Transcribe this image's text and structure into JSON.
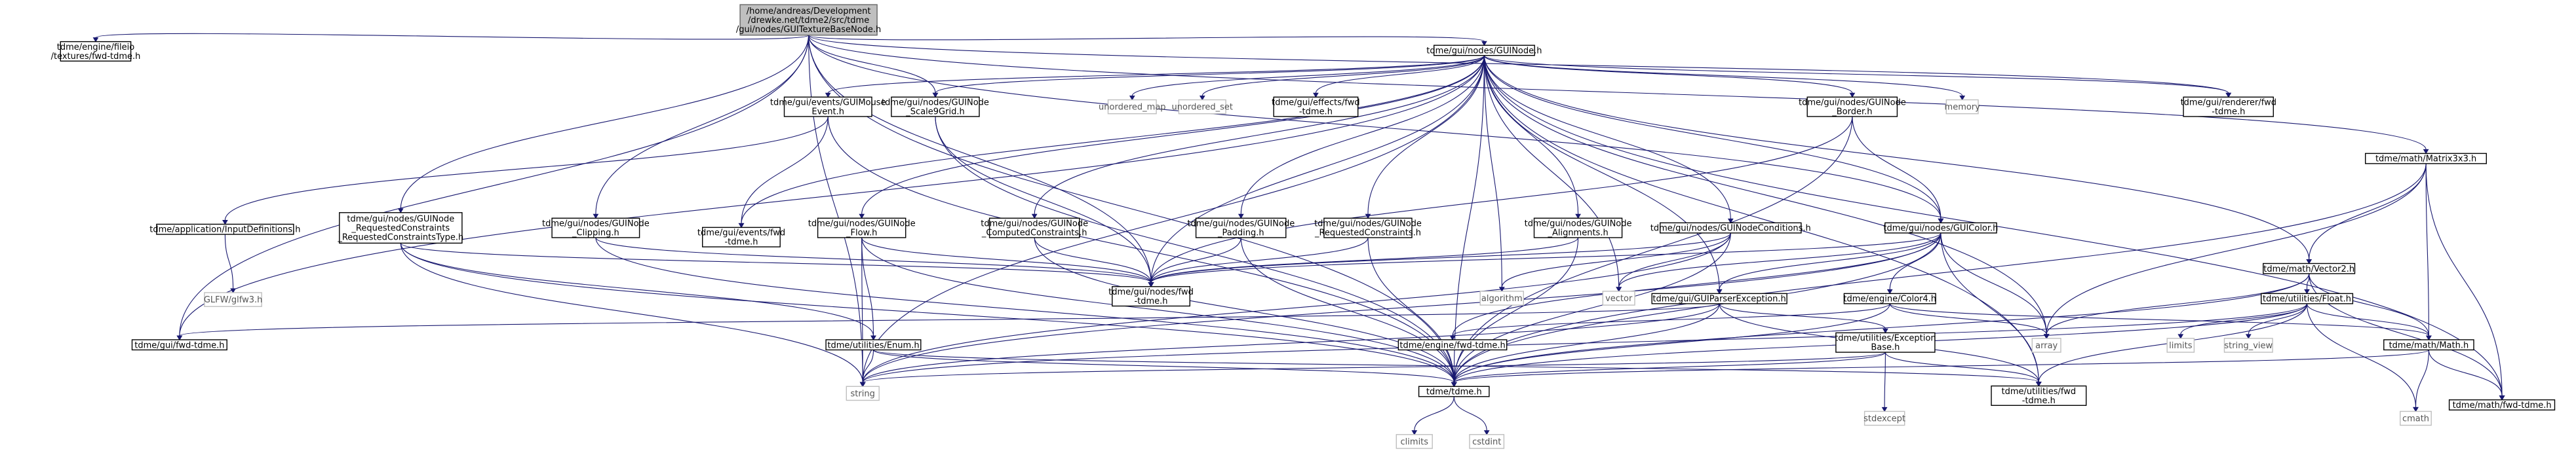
{
  "graph": {
    "nodes": [
      {
        "id": "root",
        "kind": "root",
        "lines": [
          "/home/andreas/Development",
          "/drewke.net/tdme2/src/tdme",
          "/gui/nodes/GUITextureBaseNode.h"
        ]
      },
      {
        "id": "fileio",
        "kind": "file",
        "lines": [
          "tdme/engine/fileio",
          "/textures/fwd-tdme.h"
        ]
      },
      {
        "id": "guinode",
        "kind": "file",
        "lines": [
          "tdme/gui/nodes/GUINode.h"
        ]
      },
      {
        "id": "matrix3x3",
        "kind": "file",
        "lines": [
          "tdme/math/Matrix3x3.h"
        ]
      },
      {
        "id": "mouseevent",
        "kind": "file",
        "lines": [
          "tdme/gui/events/GUIMouse",
          "Event.h"
        ]
      },
      {
        "id": "scale9",
        "kind": "file",
        "lines": [
          "tdme/gui/nodes/GUINode",
          "_Scale9Grid.h"
        ]
      },
      {
        "id": "unordered_map",
        "kind": "sys",
        "lines": [
          "unordered_map"
        ]
      },
      {
        "id": "unordered_set",
        "kind": "sys",
        "lines": [
          "unordered_set"
        ]
      },
      {
        "id": "effectsfwd",
        "kind": "file",
        "lines": [
          "tdme/gui/effects/fwd",
          "-tdme.h"
        ]
      },
      {
        "id": "border",
        "kind": "file",
        "lines": [
          "tdme/gui/nodes/GUINode",
          "_Border.h"
        ]
      },
      {
        "id": "memory",
        "kind": "sys",
        "lines": [
          "memory"
        ]
      },
      {
        "id": "rendererfwd",
        "kind": "file",
        "lines": [
          "tdme/gui/renderer/fwd",
          "-tdme.h"
        ]
      },
      {
        "id": "inputdefs",
        "kind": "file",
        "lines": [
          "tdme/application/InputDefinitions.h"
        ]
      },
      {
        "id": "reqcons_type",
        "kind": "file",
        "lines": [
          "tdme/gui/nodes/GUINode",
          "_RequestedConstraints",
          "_RequestedConstraintsType.h"
        ]
      },
      {
        "id": "clipping",
        "kind": "file",
        "lines": [
          "tdme/gui/nodes/GUINode",
          "_Clipping.h"
        ]
      },
      {
        "id": "eventsfwd",
        "kind": "file",
        "lines": [
          "tdme/gui/events/fwd",
          "-tdme.h"
        ]
      },
      {
        "id": "flow",
        "kind": "file",
        "lines": [
          "tdme/gui/nodes/GUINode",
          "_Flow.h"
        ]
      },
      {
        "id": "computed",
        "kind": "file",
        "lines": [
          "tdme/gui/nodes/GUINode",
          "_ComputedConstraints.h"
        ]
      },
      {
        "id": "padding",
        "kind": "file",
        "lines": [
          "tdme/gui/nodes/GUINode",
          "_Padding.h"
        ]
      },
      {
        "id": "reqcons",
        "kind": "file",
        "lines": [
          "tdme/gui/nodes/GUINode",
          "_RequestedConstraints.h"
        ]
      },
      {
        "id": "alignments",
        "kind": "file",
        "lines": [
          "tdme/gui/nodes/GUINode",
          "_Alignments.h"
        ]
      },
      {
        "id": "conditions",
        "kind": "file",
        "lines": [
          "tdme/gui/nodes/GUINodeConditions.h"
        ]
      },
      {
        "id": "guicolor",
        "kind": "file",
        "lines": [
          "tdme/gui/nodes/GUIColor.h"
        ]
      },
      {
        "id": "vector2",
        "kind": "file",
        "lines": [
          "tdme/math/Vector2.h"
        ]
      },
      {
        "id": "glfw",
        "kind": "sys",
        "lines": [
          "GLFW/glfw3.h"
        ]
      },
      {
        "id": "nodesfwd",
        "kind": "file",
        "lines": [
          "tdme/gui/nodes/fwd",
          "-tdme.h"
        ]
      },
      {
        "id": "algorithm",
        "kind": "sys",
        "lines": [
          "algorithm"
        ]
      },
      {
        "id": "vector",
        "kind": "sys",
        "lines": [
          "vector"
        ]
      },
      {
        "id": "parserexc",
        "kind": "file",
        "lines": [
          "tdme/gui/GUIParserException.h"
        ]
      },
      {
        "id": "color4",
        "kind": "file",
        "lines": [
          "tdme/engine/Color4.h"
        ]
      },
      {
        "id": "float",
        "kind": "file",
        "lines": [
          "tdme/utilities/Float.h"
        ]
      },
      {
        "id": "guifwd",
        "kind": "file",
        "lines": [
          "tdme/gui/fwd-tdme.h"
        ]
      },
      {
        "id": "enum",
        "kind": "file",
        "lines": [
          "tdme/utilities/Enum.h"
        ]
      },
      {
        "id": "enginefwd",
        "kind": "file",
        "lines": [
          "tdme/engine/fwd-tdme.h"
        ]
      },
      {
        "id": "exceptionbase",
        "kind": "file",
        "lines": [
          "tdme/utilities/Exception",
          "Base.h"
        ]
      },
      {
        "id": "array",
        "kind": "sys",
        "lines": [
          "array"
        ]
      },
      {
        "id": "limits",
        "kind": "sys",
        "lines": [
          "limits"
        ]
      },
      {
        "id": "string_view",
        "kind": "sys",
        "lines": [
          "string_view"
        ]
      },
      {
        "id": "mathh",
        "kind": "file",
        "lines": [
          "tdme/math/Math.h"
        ]
      },
      {
        "id": "string",
        "kind": "sys",
        "lines": [
          "string"
        ]
      },
      {
        "id": "tdmeh",
        "kind": "file",
        "lines": [
          "tdme/tdme.h"
        ]
      },
      {
        "id": "stdexcept",
        "kind": "sys",
        "lines": [
          "stdexcept"
        ]
      },
      {
        "id": "utilfwd",
        "kind": "file",
        "lines": [
          "tdme/utilities/fwd",
          "-tdme.h"
        ]
      },
      {
        "id": "cmath",
        "kind": "sys",
        "lines": [
          "cmath"
        ]
      },
      {
        "id": "mathfwd",
        "kind": "file",
        "lines": [
          "tdme/math/fwd-tdme.h"
        ]
      },
      {
        "id": "climits",
        "kind": "sys",
        "lines": [
          "climits"
        ]
      },
      {
        "id": "cstdint",
        "kind": "sys",
        "lines": [
          "cstdint"
        ]
      }
    ],
    "edges": [
      [
        "root",
        "fileio"
      ],
      [
        "root",
        "guinode"
      ],
      [
        "root",
        "matrix3x3"
      ],
      [
        "root",
        "scale9"
      ],
      [
        "root",
        "reqcons_type"
      ],
      [
        "root",
        "clipping"
      ],
      [
        "root",
        "rendererfwd"
      ],
      [
        "root",
        "nodesfwd"
      ],
      [
        "root",
        "guifwd"
      ],
      [
        "root",
        "string"
      ],
      [
        "root",
        "tdmeh"
      ],
      [
        "root",
        "guicolor"
      ],
      [
        "guinode",
        "mouseevent"
      ],
      [
        "guinode",
        "scale9"
      ],
      [
        "guinode",
        "unordered_map"
      ],
      [
        "guinode",
        "unordered_set"
      ],
      [
        "guinode",
        "effectsfwd"
      ],
      [
        "guinode",
        "border"
      ],
      [
        "guinode",
        "memory"
      ],
      [
        "guinode",
        "rendererfwd"
      ],
      [
        "guinode",
        "eventsfwd"
      ],
      [
        "guinode",
        "flow"
      ],
      [
        "guinode",
        "computed"
      ],
      [
        "guinode",
        "padding"
      ],
      [
        "guinode",
        "reqcons"
      ],
      [
        "guinode",
        "alignments"
      ],
      [
        "guinode",
        "conditions"
      ],
      [
        "guinode",
        "guicolor"
      ],
      [
        "guinode",
        "vector2"
      ],
      [
        "guinode",
        "nodesfwd"
      ],
      [
        "guinode",
        "algorithm"
      ],
      [
        "guinode",
        "vector"
      ],
      [
        "guinode",
        "parserexc"
      ],
      [
        "guinode",
        "array"
      ],
      [
        "guinode",
        "mathfwd"
      ],
      [
        "guinode",
        "guifwd"
      ],
      [
        "guinode",
        "string"
      ],
      [
        "guinode",
        "tdmeh"
      ],
      [
        "guinode",
        "utilfwd"
      ],
      [
        "matrix3x3",
        "vector2"
      ],
      [
        "matrix3x3",
        "mathh"
      ],
      [
        "matrix3x3",
        "mathfwd"
      ],
      [
        "matrix3x3",
        "array"
      ],
      [
        "matrix3x3",
        "tdmeh"
      ],
      [
        "mouseevent",
        "inputdefs"
      ],
      [
        "mouseevent",
        "eventsfwd"
      ],
      [
        "mouseevent",
        "tdmeh"
      ],
      [
        "scale9",
        "nodesfwd"
      ],
      [
        "scale9",
        "tdmeh"
      ],
      [
        "border",
        "guicolor"
      ],
      [
        "border",
        "nodesfwd"
      ],
      [
        "border",
        "tdmeh"
      ],
      [
        "inputdefs",
        "glfw"
      ],
      [
        "reqcons_type",
        "nodesfwd"
      ],
      [
        "reqcons_type",
        "enum"
      ],
      [
        "reqcons_type",
        "string"
      ],
      [
        "reqcons_type",
        "tdmeh"
      ],
      [
        "clipping",
        "nodesfwd"
      ],
      [
        "clipping",
        "tdmeh"
      ],
      [
        "flow",
        "nodesfwd"
      ],
      [
        "flow",
        "enum"
      ],
      [
        "flow",
        "string"
      ],
      [
        "flow",
        "tdmeh"
      ],
      [
        "computed",
        "nodesfwd"
      ],
      [
        "computed",
        "tdmeh"
      ],
      [
        "padding",
        "nodesfwd"
      ],
      [
        "padding",
        "tdmeh"
      ],
      [
        "reqcons",
        "nodesfwd"
      ],
      [
        "reqcons",
        "tdmeh"
      ],
      [
        "alignments",
        "nodesfwd"
      ],
      [
        "alignments",
        "tdmeh"
      ],
      [
        "conditions",
        "nodesfwd"
      ],
      [
        "conditions",
        "algorithm"
      ],
      [
        "conditions",
        "string"
      ],
      [
        "conditions",
        "vector"
      ],
      [
        "conditions",
        "tdmeh"
      ],
      [
        "guicolor",
        "nodesfwd"
      ],
      [
        "guicolor",
        "color4"
      ],
      [
        "guicolor",
        "enginefwd"
      ],
      [
        "guicolor",
        "array"
      ],
      [
        "guicolor",
        "string"
      ],
      [
        "guicolor",
        "vector"
      ],
      [
        "guicolor",
        "tdmeh"
      ],
      [
        "guicolor",
        "utilfwd"
      ],
      [
        "guicolor",
        "parserexc"
      ],
      [
        "vector2",
        "float"
      ],
      [
        "vector2",
        "mathh"
      ],
      [
        "vector2",
        "mathfwd"
      ],
      [
        "vector2",
        "array"
      ],
      [
        "vector2",
        "tdmeh"
      ],
      [
        "parserexc",
        "exceptionbase"
      ],
      [
        "parserexc",
        "guifwd"
      ],
      [
        "parserexc",
        "string"
      ],
      [
        "parserexc",
        "tdmeh"
      ],
      [
        "parserexc",
        "utilfwd"
      ],
      [
        "color4",
        "array"
      ],
      [
        "color4",
        "mathh"
      ],
      [
        "color4",
        "enginefwd"
      ],
      [
        "color4",
        "tdmeh"
      ],
      [
        "float",
        "limits"
      ],
      [
        "float",
        "string_view"
      ],
      [
        "float",
        "mathh"
      ],
      [
        "float",
        "cmath"
      ],
      [
        "float",
        "string"
      ],
      [
        "float",
        "tdmeh"
      ],
      [
        "float",
        "utilfwd"
      ],
      [
        "enum",
        "string"
      ],
      [
        "enum",
        "tdmeh"
      ],
      [
        "enum",
        "utilfwd"
      ],
      [
        "exceptionbase",
        "stdexcept"
      ],
      [
        "exceptionbase",
        "string"
      ],
      [
        "exceptionbase",
        "tdmeh"
      ],
      [
        "exceptionbase",
        "utilfwd"
      ],
      [
        "mathh",
        "cmath"
      ],
      [
        "mathh",
        "tdmeh"
      ],
      [
        "mathh",
        "mathfwd"
      ],
      [
        "tdmeh",
        "climits"
      ],
      [
        "tdmeh",
        "cstdint"
      ]
    ]
  }
}
